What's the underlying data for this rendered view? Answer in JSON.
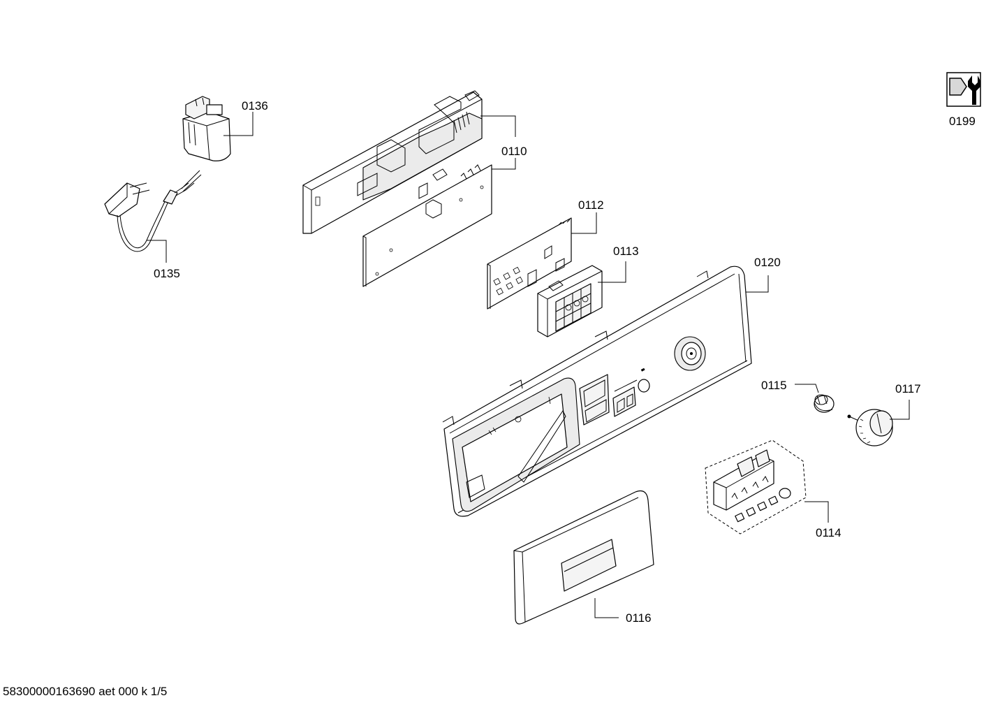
{
  "diagram": {
    "labels": {
      "p0136": "0136",
      "p0110": "0110",
      "p0135": "0135",
      "p0112": "0112",
      "p0113": "0113",
      "p0120": "0120",
      "p0115": "0115",
      "p0117": "0117",
      "p0114": "0114",
      "p0116": "0116",
      "p0199": "0199"
    },
    "icons": {
      "p0199": "wrench-service-icon"
    }
  },
  "footer": {
    "code": "58300000163690 aet 000 k 1/5"
  }
}
